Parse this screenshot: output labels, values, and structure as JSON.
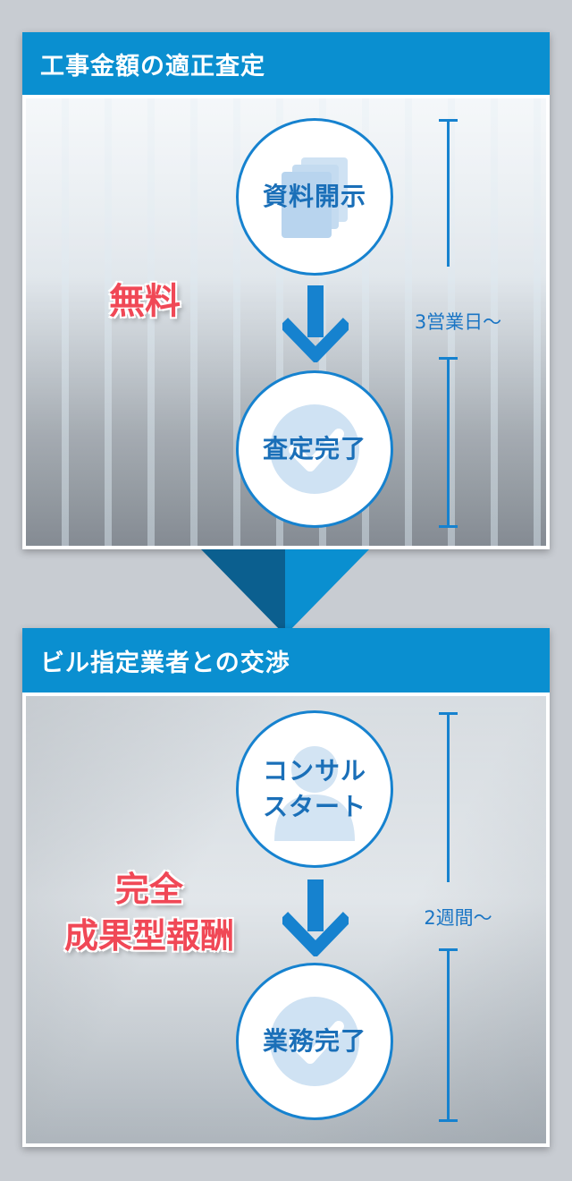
{
  "colors": {
    "header_bg": "#0a8fd0",
    "accent_blue": "#1682cf",
    "label_blue": "#1a6fb8",
    "badge_red": "#f04856",
    "page_bg": "#c8ccd2"
  },
  "section1": {
    "title": "工事金額の適正査定",
    "badge": "無料",
    "duration": "3営業日〜",
    "step_start": {
      "label": "資料開示",
      "icon": "documents-icon"
    },
    "step_end": {
      "label": "査定完了",
      "icon": "checkmark-icon"
    }
  },
  "section2": {
    "title": "ビル指定業者との交渉",
    "badge_line1": "完全",
    "badge_line2": "成果型報酬",
    "duration": "2週間〜",
    "step_start": {
      "label_line1": "コンサル",
      "label_line2": "スタート",
      "icon": "person-icon"
    },
    "step_end": {
      "label": "業務完了",
      "icon": "checkmark-icon"
    }
  }
}
